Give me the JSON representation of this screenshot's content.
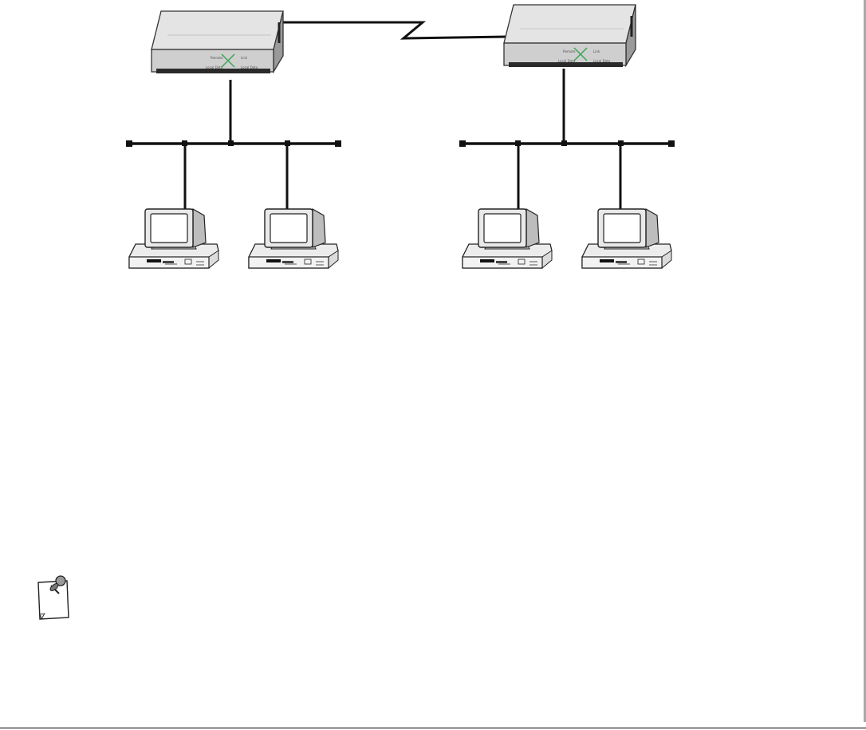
{
  "colors": {
    "line": "#111111",
    "chassis_top": "#e4e4e4",
    "chassis_front": "#c4c4c4",
    "led_green": "#3aa655",
    "monitor_screen": "#ffffff"
  },
  "routers": [
    {
      "name": "router-left",
      "leds": {
        "tl": "Remote",
        "tr": "Link",
        "bl": "Local Data",
        "br": "Local Data"
      }
    },
    {
      "name": "router-right",
      "leds": {
        "tl": "Remote",
        "tr": "Link",
        "bl": "Local Data",
        "br": "Local Data"
      }
    }
  ],
  "network": {
    "lan_segments": 2,
    "computers_per_lan": 2,
    "wan_link": "serial-zigzag"
  },
  "icons": {
    "note": "note-pushpin-icon",
    "computer": "desktop-computer-icon",
    "router": "router-icon"
  }
}
